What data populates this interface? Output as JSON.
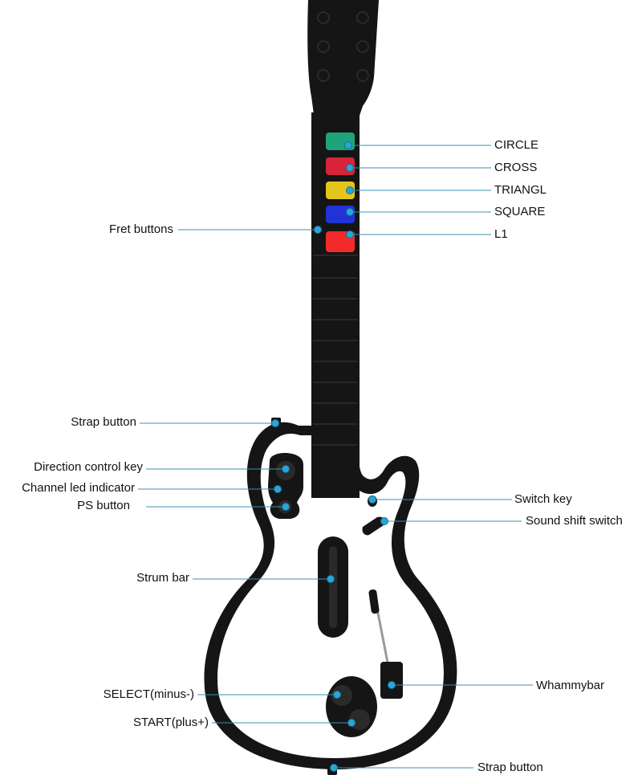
{
  "colors": {
    "guitar_black": "#151515",
    "body_white": "#ffffff",
    "leader_line": "#3c8fb0",
    "dot": "#2aa6d6",
    "fret_circle": "#1ea37a",
    "fret_cross": "#d8233a",
    "fret_triangle": "#e3c51b",
    "fret_square": "#2233d6",
    "fret_l1": "#f22a2a"
  },
  "labels": {
    "circle": "CIRCLE",
    "cross": "CROSS",
    "triangle": "TRIANGL",
    "square": "SQUARE",
    "l1": "L1",
    "fret_buttons": "Fret buttons",
    "strap_button_top": "Strap  button",
    "direction_control_key": "Direction control key",
    "channel_led_indicator": "Channel led indicator",
    "ps_button": "PS  button",
    "switch_key": "Switch key",
    "sound_shift_switch": "Sound shift switch",
    "strum_bar": "Strum bar",
    "whammybar": "Whammybar",
    "select": "SELECT(minus-)",
    "start": "START(plus+)",
    "strap_button_bottom": "Strap button"
  }
}
